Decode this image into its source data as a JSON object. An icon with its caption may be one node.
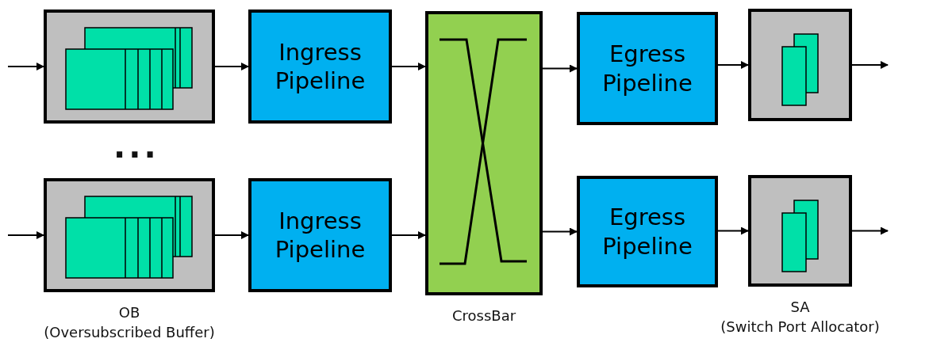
{
  "diagram": {
    "nodes": [
      {
        "text": [],
        "shape": "box"
      },
      {
        "text": [
          "Ingress Pipeline"
        ]
      },
      {
        "text": [],
        "shape": "box",
        "beside": [
          "CrossBar"
        ]
      },
      {
        "text": [
          "Egress Pipeline"
        ]
      },
      {
        "text": [],
        "shape": "box"
      },
      {
        "text": [],
        "shape": "box",
        "beside": [
          "OB",
          "(Oversubscribed Buffer)"
        ]
      },
      {
        "text": [
          "Ingress Pipeline"
        ]
      },
      {
        "text": [
          "Egress Pipeline"
        ]
      },
      {
        "text": [],
        "shape": "box",
        "beside": [
          "SA",
          "(Switch Port Allocator)"
        ]
      }
    ],
    "edges": [
      {
        "from": null,
        "to": 0,
        "arrow": "to"
      },
      {
        "from": 0,
        "to": 1,
        "arrow": "to"
      },
      {
        "from": 1,
        "to": 2,
        "arrow": "to"
      },
      {
        "from": 2,
        "to": 3,
        "arrow": "to"
      },
      {
        "from": 3,
        "to": 4,
        "arrow": "to"
      },
      {
        "from": 4,
        "to": null,
        "arrow": "to"
      },
      {
        "from": null,
        "to": 5,
        "arrow": "to"
      },
      {
        "from": 5,
        "to": 6,
        "arrow": "to"
      },
      {
        "from": 6,
        "to": 2,
        "arrow": "to"
      },
      {
        "from": 2,
        "to": 7,
        "arrow": "to"
      },
      {
        "from": 7,
        "to": 8,
        "arrow": "to"
      },
      {
        "from": 8,
        "to": null,
        "arrow": "to"
      }
    ],
    "labels": [
      "..."
    ]
  }
}
